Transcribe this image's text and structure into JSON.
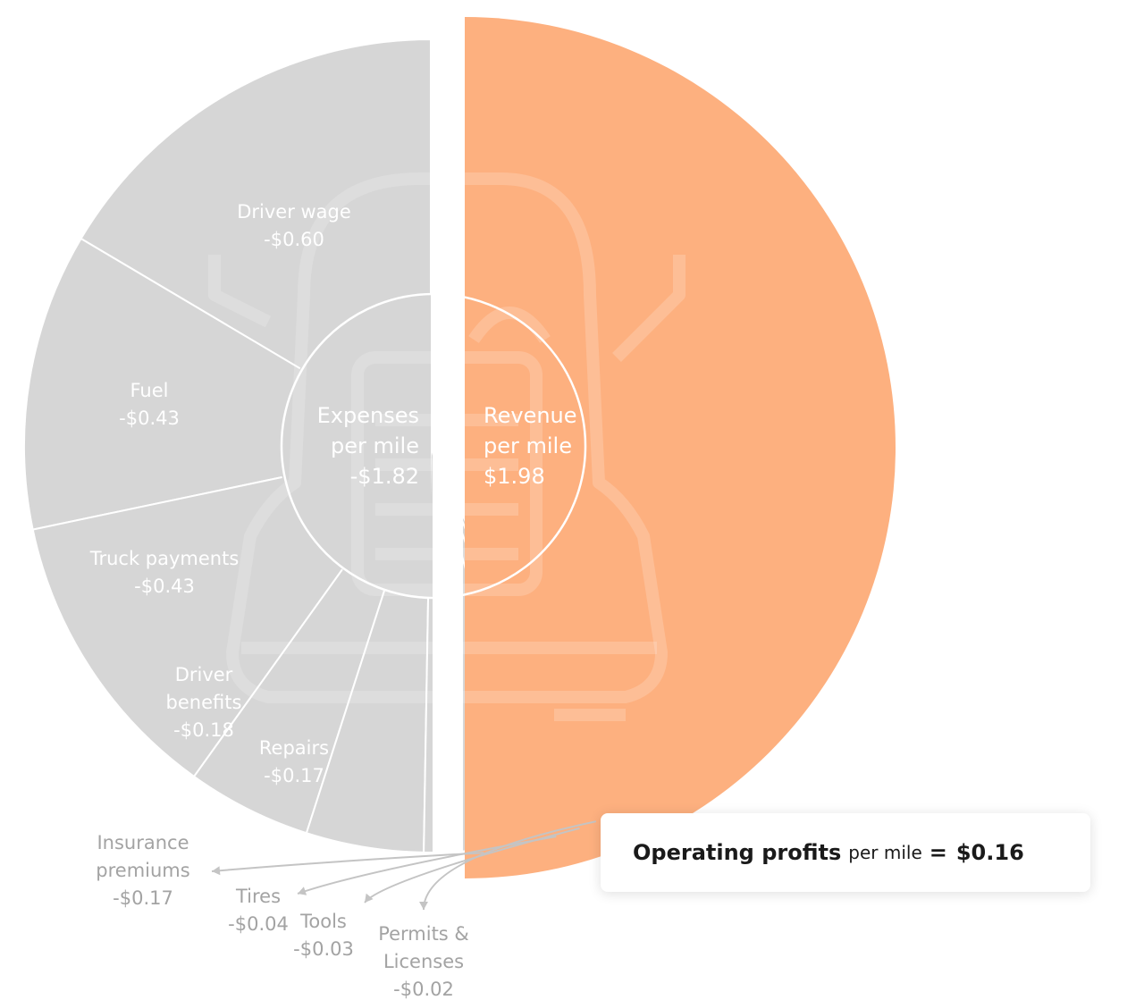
{
  "chart_data": {
    "type": "pie",
    "expenses": {
      "center_label": [
        "Expenses",
        "per mile",
        "-$1.82"
      ],
      "total": 1.82,
      "slices": [
        {
          "label": [
            "Driver wage"
          ],
          "value_label": "-$0.60",
          "value": 0.6
        },
        {
          "label": [
            "Fuel"
          ],
          "value_label": "-$0.43",
          "value": 0.43
        },
        {
          "label": [
            "Truck payments"
          ],
          "value_label": "-$0.43",
          "value": 0.43
        },
        {
          "label": [
            "Driver",
            "benefits"
          ],
          "value_label": "-$0.18",
          "value": 0.18
        },
        {
          "label": [
            "Repairs"
          ],
          "value_label": "-$0.17",
          "value": 0.17
        },
        {
          "label": [
            "Insurance",
            "premiums"
          ],
          "value_label": "-$0.17",
          "value": 0.17
        },
        {
          "label": [
            "Tires"
          ],
          "value_label": "-$0.04",
          "value": 0.04
        },
        {
          "label": [
            "Tools"
          ],
          "value_label": "-$0.03",
          "value": 0.03
        },
        {
          "label": [
            "Permits &",
            "Licenses"
          ],
          "value_label": "-$0.02",
          "value": 0.02
        }
      ]
    },
    "revenue": {
      "center_label": [
        "Revenue",
        "per mile",
        "$1.98"
      ],
      "value": 1.98
    },
    "colors": {
      "expenses": "#d6d6d6",
      "revenue": "#fdb07f",
      "divider": "#ffffff",
      "callout_text": "#a3a3a3"
    }
  },
  "summary": {
    "label": "Operating profits",
    "unit": "per mile",
    "equals": "=",
    "value": "$0.16"
  }
}
